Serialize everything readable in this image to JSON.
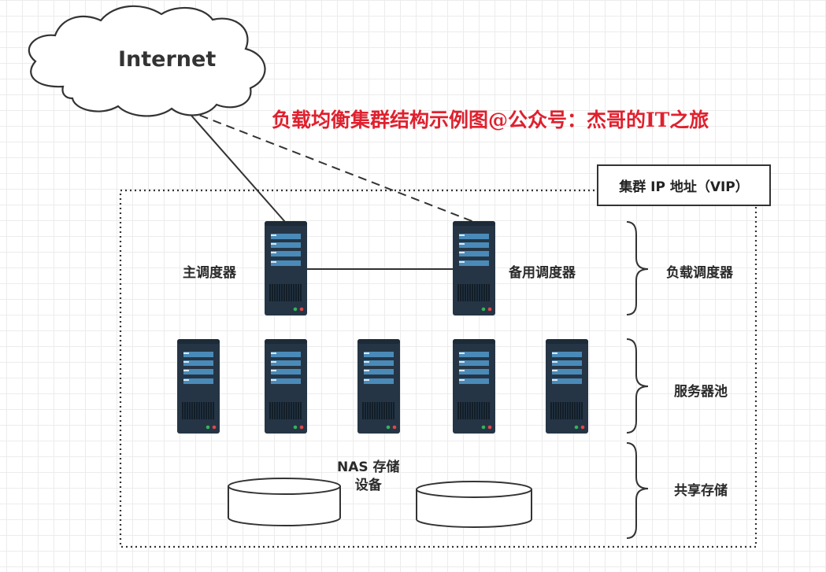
{
  "cloud": {
    "label": "Internet"
  },
  "title": "负载均衡集群结构示例图@公众号：杰哥的IT之旅",
  "vip": {
    "label": "集群 IP 地址（VIP）"
  },
  "schedulers": {
    "main": "主调度器",
    "backup": "备用调度器"
  },
  "groups": {
    "load_balancer": "负载调度器",
    "server_pool": "服务器池",
    "shared_storage": "共享存储"
  },
  "nas": {
    "line1": "NAS 存储",
    "line2": "设备"
  },
  "colors": {
    "title": "#e0202e",
    "server_body": "#253545",
    "server_slot": "#4a8ab8",
    "led_green": "#35b35a",
    "led_red": "#e04848"
  }
}
